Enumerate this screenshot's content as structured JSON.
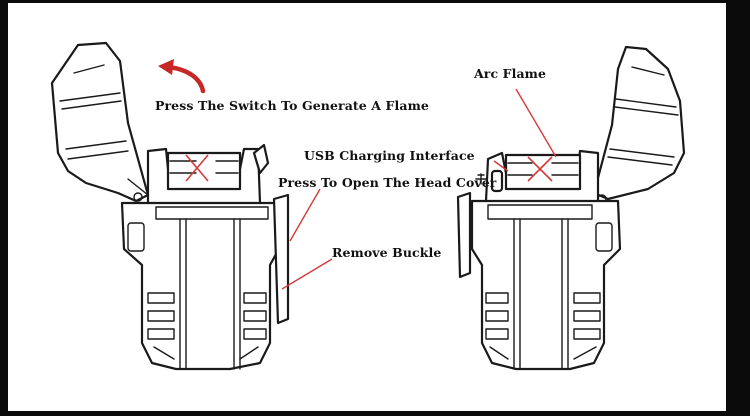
{
  "labels": {
    "press_switch": "Press The Switch To Generate A Flame",
    "press_open": "Press To Open The Head Cover",
    "remove_buckle": "Remove Buckle",
    "usb_interface": "USB Charging Interface",
    "arc_flame": "Arc Flame"
  },
  "colors": {
    "frame": "#0b0b0b",
    "panel": "#ffffff",
    "outline": "#1a1a1a",
    "accent": "#d73a3a"
  },
  "icons": [
    "arrow-up-left-icon",
    "usb-icon"
  ]
}
